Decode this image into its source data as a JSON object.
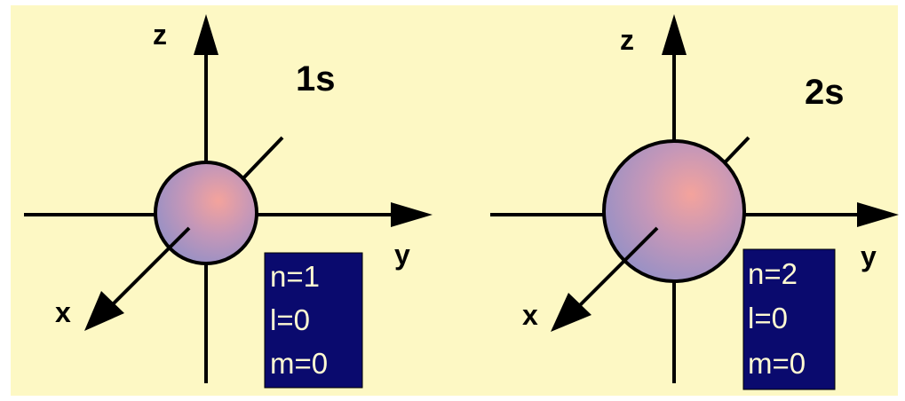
{
  "colors": {
    "background": "#fdf8c4",
    "quantum_box": "#0a0a6e",
    "quantum_text": "#fffad2",
    "orbital_center": "#f4a39c",
    "orbital_edge": "#8c8fc8",
    "axis": "#000000"
  },
  "panels": [
    {
      "title": "1s",
      "axes": {
        "z": "z",
        "y": "y",
        "x": "x"
      },
      "quantum_numbers": [
        "n=1",
        "l=0",
        "m=0"
      ]
    },
    {
      "title": "2s",
      "axes": {
        "z": "z",
        "y": "y",
        "x": "x"
      },
      "quantum_numbers": [
        "n=2",
        "l=0",
        "m=0"
      ]
    }
  ]
}
